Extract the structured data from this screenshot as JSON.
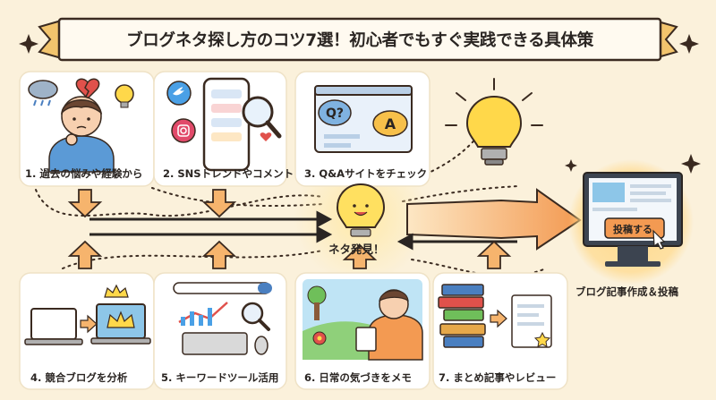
{
  "title": "ブログネタ探し方のコツ7選！初心者でもすぐ実践できる具体策",
  "steps": {
    "s1": "1. 過去の悩みや経験から",
    "s2": "2. SNSトレンドやコメント",
    "s3": "3. Q&Aサイトをチェック",
    "s4": "4. 競合ブログを分析",
    "s5": "5. キーワードツール活用",
    "s6": "6. 日常の気づきをメモ",
    "s7": "7. まとめ記事やレビュー"
  },
  "center": "ネタ発見！",
  "monitor": {
    "button": "投稿する",
    "caption": "ブログ記事作成＆投稿"
  },
  "qa": {
    "q": "Q?",
    "a": "A"
  },
  "colors": {
    "bg": "#fbf1db",
    "arrow": "#f2a45a",
    "bulb": "#ffd84a",
    "monitor_glow": "#ffd98a"
  }
}
